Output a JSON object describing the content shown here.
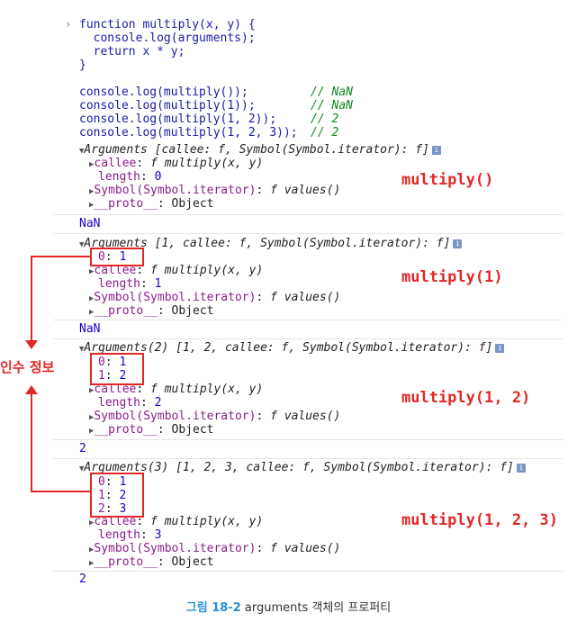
{
  "code": {
    "lines": [
      "function multiply(x, y) {",
      "  console.log(arguments);",
      "  return x * y;",
      "}"
    ],
    "calls": [
      {
        "code": "console.log(multiply());",
        "comment": "// NaN"
      },
      {
        "code": "console.log(multiply(1));",
        "comment": "// NaN"
      },
      {
        "code": "console.log(multiply(1, 2));",
        "comment": "// 2"
      },
      {
        "code": "console.log(multiply(1, 2, 3));",
        "comment": "// 2"
      }
    ]
  },
  "outputs": [
    {
      "header": "Arguments [callee: f, Symbol(Symbol.iterator): f]",
      "indices": [],
      "length": "0",
      "result": "NaN",
      "annotation": "multiply()"
    },
    {
      "header": "Arguments [1, callee: f, Symbol(Symbol.iterator): f]",
      "indices": [
        {
          "k": "0",
          "v": "1"
        }
      ],
      "length": "1",
      "result": "NaN",
      "annotation": "multiply(1)"
    },
    {
      "header": "Arguments(2) [1, 2, callee: f, Symbol(Symbol.iterator): f]",
      "indices": [
        {
          "k": "0",
          "v": "1"
        },
        {
          "k": "1",
          "v": "2"
        }
      ],
      "length": "2",
      "result": "2",
      "annotation": "multiply(1, 2)"
    },
    {
      "header": "Arguments(3) [1, 2, 3, callee: f, Symbol(Symbol.iterator): f]",
      "indices": [
        {
          "k": "0",
          "v": "1"
        },
        {
          "k": "1",
          "v": "2"
        },
        {
          "k": "2",
          "v": "3"
        }
      ],
      "length": "3",
      "result": "2",
      "annotation": "multiply(1, 2, 3)"
    }
  ],
  "props": {
    "callee_key": "callee",
    "callee_val": "f multiply(x, y)",
    "length_key": "length",
    "iterator_key": "Symbol(Symbol.iterator)",
    "iterator_val": "f values()",
    "proto_key": "__proto__",
    "proto_val": "Object"
  },
  "side_label": "인수 정보",
  "caption": {
    "figure": "그림 18-2",
    "text": " arguments 객체의 프로퍼티"
  },
  "colors": {
    "accent": "#e32626",
    "caption_blue": "#2a8fd6",
    "comment_green": "#108b1f",
    "key_purple": "#8b1d8b"
  }
}
